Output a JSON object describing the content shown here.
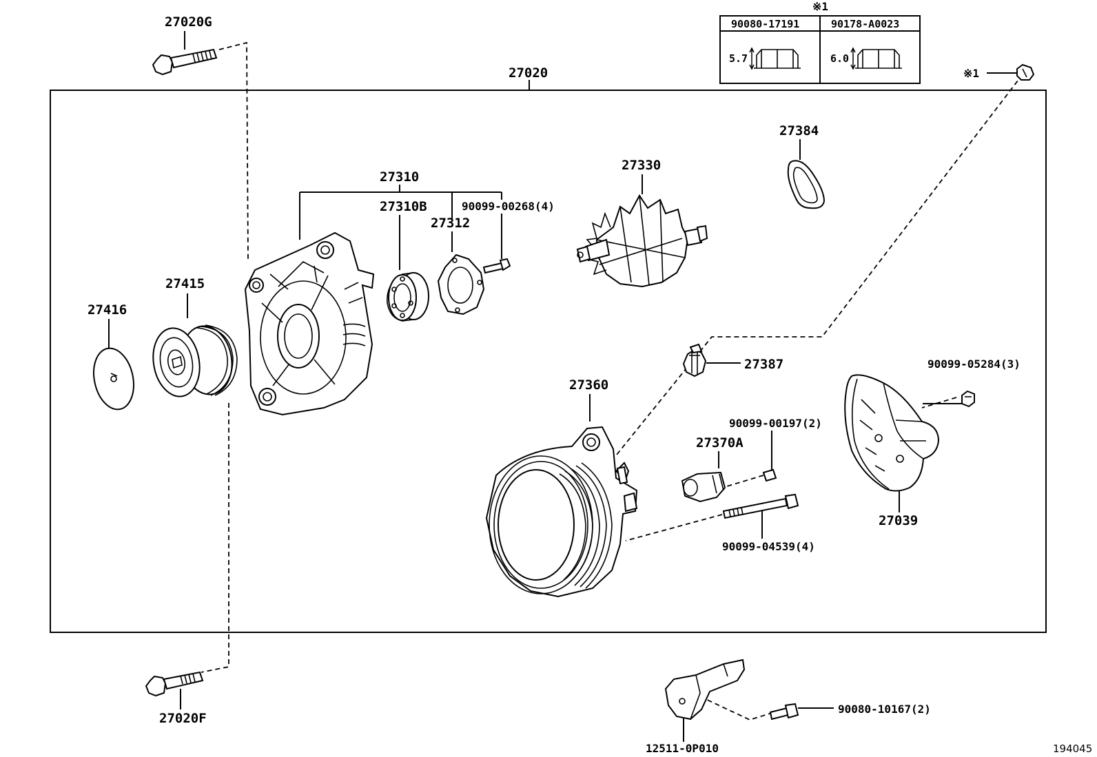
{
  "diagram": {
    "labels": {
      "p27020G": "27020G",
      "p27020": "27020",
      "p27020F": "27020F",
      "p27310": "27310",
      "p27310B": "27310B",
      "p27312": "27312",
      "p90099_00268": "90099-00268(4)",
      "p27330": "27330",
      "p27384": "27384",
      "p27415": "27415",
      "p27416": "27416",
      "p27387": "27387",
      "p27360": "27360",
      "p90099_05284": "90099-05284(3)",
      "p90099_00197": "90099-00197(2)",
      "p27370A": "27370A",
      "p27039": "27039",
      "p90099_04539": "90099-04539(4)",
      "p12511": "12511-0P010",
      "p90080_10167": "90080-10167(2)",
      "note_ref": "※1",
      "code": "194045"
    },
    "note_table": {
      "header_mark": "※1",
      "col1_part": "90080-17191",
      "col1_dim": "5.7",
      "col2_part": "90178-A0023",
      "col2_dim": "6.0"
    }
  }
}
